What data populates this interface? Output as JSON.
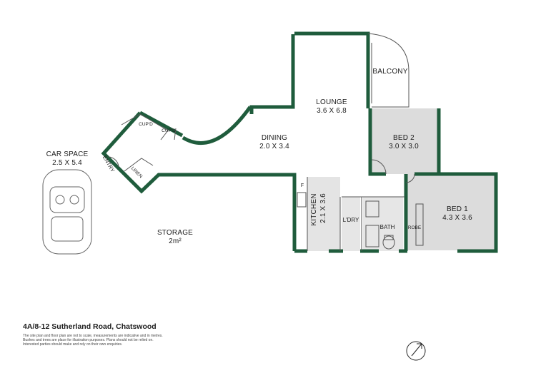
{
  "rooms": {
    "lounge": {
      "name": "LOUNGE",
      "dims": "3.6 X 6.8"
    },
    "balcony": {
      "name": "BALCONY"
    },
    "dining": {
      "name": "DINING",
      "dims": "2.0 X 3.4"
    },
    "bed2": {
      "name": "BED 2",
      "dims": "3.0 X 3.0"
    },
    "bed1": {
      "name": "BED 1",
      "dims": "4.3 X 3.6"
    },
    "kitchen": {
      "name": "KITCHEN",
      "dims": "2.1 X 3.6"
    },
    "laundry": {
      "name": "L'DRY"
    },
    "bath": {
      "name": "BATH"
    },
    "robe": {
      "name": "ROBE"
    },
    "entry": {
      "name": "ENTRY"
    },
    "linen": {
      "name": "LINEN"
    },
    "cupd1": {
      "name": "CUP'D"
    },
    "cupd2": {
      "name": "CUP'D"
    },
    "fridge": {
      "name": "F"
    },
    "car_space": {
      "name": "CAR SPACE",
      "dims": "2.5 X 5.4"
    },
    "storage": {
      "name": "STORAGE",
      "dims": "2m²"
    }
  },
  "address": "4A/8-12 Sutherland Road, Chatswood",
  "disclaimer": [
    "The site plan and floor plan are not to scale, measurements are indicative and in metres.",
    "Bushes and trees are place for illustration purposes. Plans should not be relied on.",
    "Interested parties should make and rely on their own enquiries."
  ],
  "colors": {
    "wall": "#1f5c3c",
    "room_fill": "#dcdcdc",
    "outline": "#555555"
  },
  "icons": {
    "north_arrow": "north-arrow-icon",
    "car": "car-icon"
  }
}
